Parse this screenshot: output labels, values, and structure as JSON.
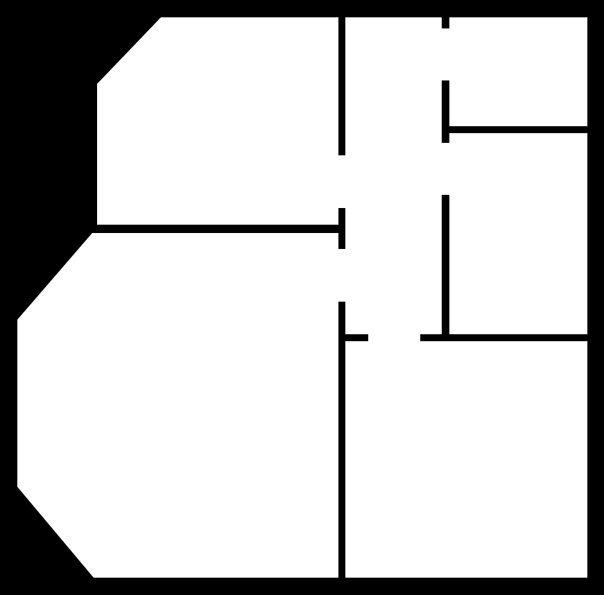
{
  "colors": {
    "background": "#000000",
    "floor": "#ffffff",
    "wall": "#000000"
  },
  "map": {
    "rooms": [
      "room-top-left",
      "room-top-middle-corridor",
      "room-top-right",
      "room-middle-right",
      "room-left-large",
      "room-bottom-right"
    ],
    "has_text_labels": false
  }
}
